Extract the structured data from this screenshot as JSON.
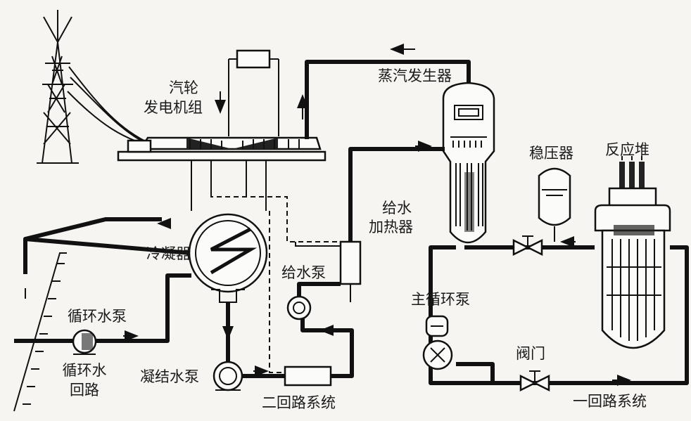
{
  "labels": {
    "turbine_generator_line1": "汽轮",
    "turbine_generator_line2": "发电机组",
    "steam_generator": "蒸汽发生器",
    "pressurizer": "稳压器",
    "reactor": "反应堆",
    "feedwater_heater_line1": "给水",
    "feedwater_heater_line2": "加热器",
    "condenser": "冷凝器",
    "feedwater_pump": "给水泵",
    "main_circulation_pump": "主循环泵",
    "circulating_water_pump": "循环水泵",
    "circulating_water_loop_line1": "循环水",
    "circulating_water_loop_line2": "回路",
    "condensate_pump": "凝结水泵",
    "valve": "阀门",
    "secondary_loop": "二回路系统",
    "primary_loop": "一回路系统"
  },
  "colors": {
    "line": "#111111",
    "background": "#f6f5f1",
    "component_fill": "#fbfbf9"
  }
}
